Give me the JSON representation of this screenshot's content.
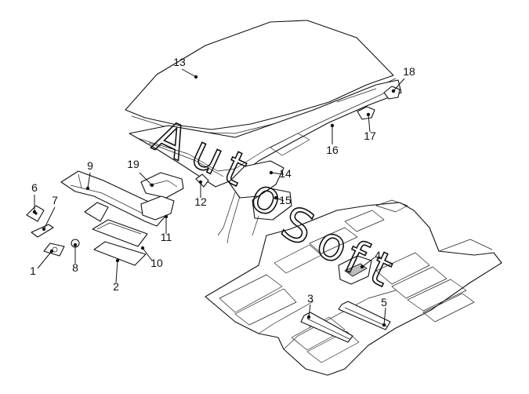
{
  "diagram": {
    "callouts": [
      "1",
      "2",
      "3",
      "4",
      "5",
      "6",
      "7",
      "8",
      "9",
      "10",
      "11",
      "12",
      "13",
      "14",
      "15",
      "16",
      "17",
      "18",
      "19"
    ]
  },
  "watermark": {
    "text": "AutoSoft",
    "chars": [
      "A",
      "u",
      "t",
      "o",
      "S",
      "o",
      "f",
      "t"
    ]
  }
}
